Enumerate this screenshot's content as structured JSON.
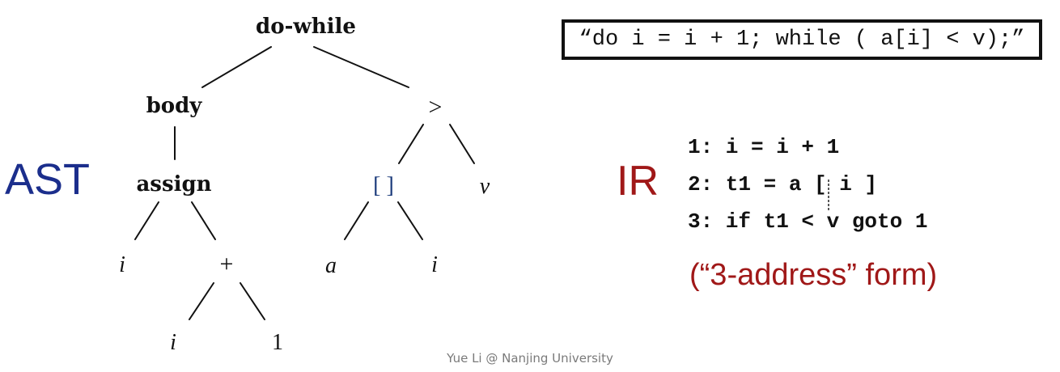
{
  "ast_label": "AST",
  "ir_label": "IR",
  "tree": {
    "nodes": {
      "do_while": "do-while",
      "body": "body",
      "gt": ">",
      "assign": "assign",
      "index": "[ ]",
      "v": "v",
      "i_left": "i",
      "plus": "+",
      "a": "a",
      "i_index": "i",
      "i_plus": "i",
      "one": "1"
    }
  },
  "source_code": "“do i = i + 1; while ( a[i] < v);”",
  "ir_code": [
    "1: i = i + 1",
    "2: t1 = a [ i ]",
    "3: if t1 < v goto 1"
  ],
  "ir_note": "(“3-address” form)",
  "footer": "Yue Li @ Nanjing University",
  "colors": {
    "ast_label": "#1b2e8c",
    "ir_label": "#a01818",
    "ir_note": "#a01818",
    "text": "#111111",
    "footer": "#7a7a7a"
  }
}
